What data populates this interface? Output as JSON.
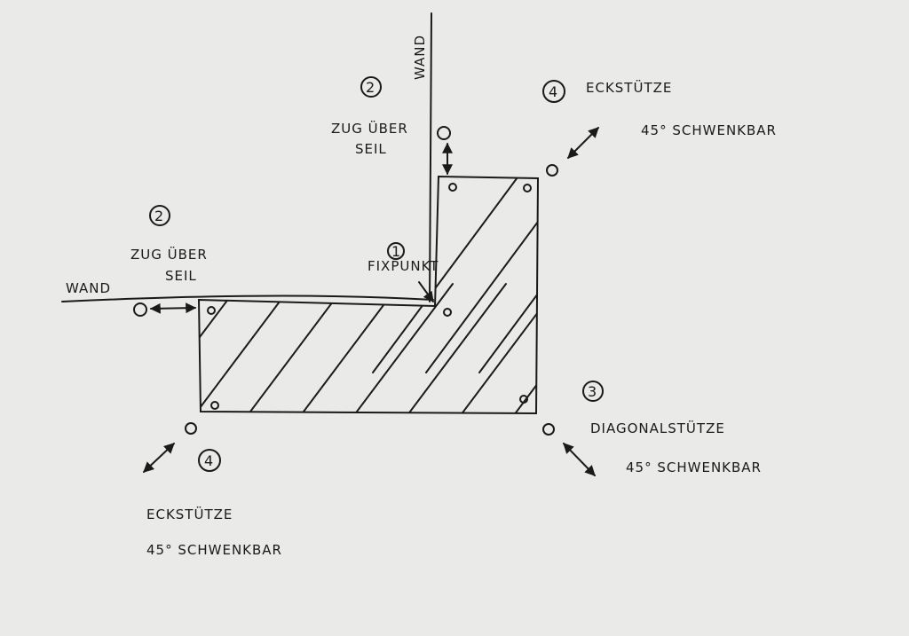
{
  "ink_color": "#1a1a1a",
  "paper_color": "#eaeae8",
  "walls": {
    "vertical": "WAND",
    "horizontal": "WAND"
  },
  "fixpoint": {
    "number": "1",
    "label": "FIXPUNKT"
  },
  "pull_top": {
    "number": "2",
    "line1": "ZUG ÜBER",
    "line2": "SEIL"
  },
  "pull_left": {
    "number": "2",
    "line1": "ZUG ÜBER",
    "line2": "SEIL"
  },
  "corner_top_right": {
    "number": "4",
    "label": "ECKSTÜTZE",
    "note": "45° SCHWENKBAR"
  },
  "diagonal_bottom_right": {
    "number": "3",
    "label": "DIAGONALSTÜTZE",
    "note": "45° SCHWENKBAR"
  },
  "corner_bottom_left": {
    "number": "4",
    "label": "ECKSTÜTZE",
    "note": "45° SCHWENKBAR"
  }
}
